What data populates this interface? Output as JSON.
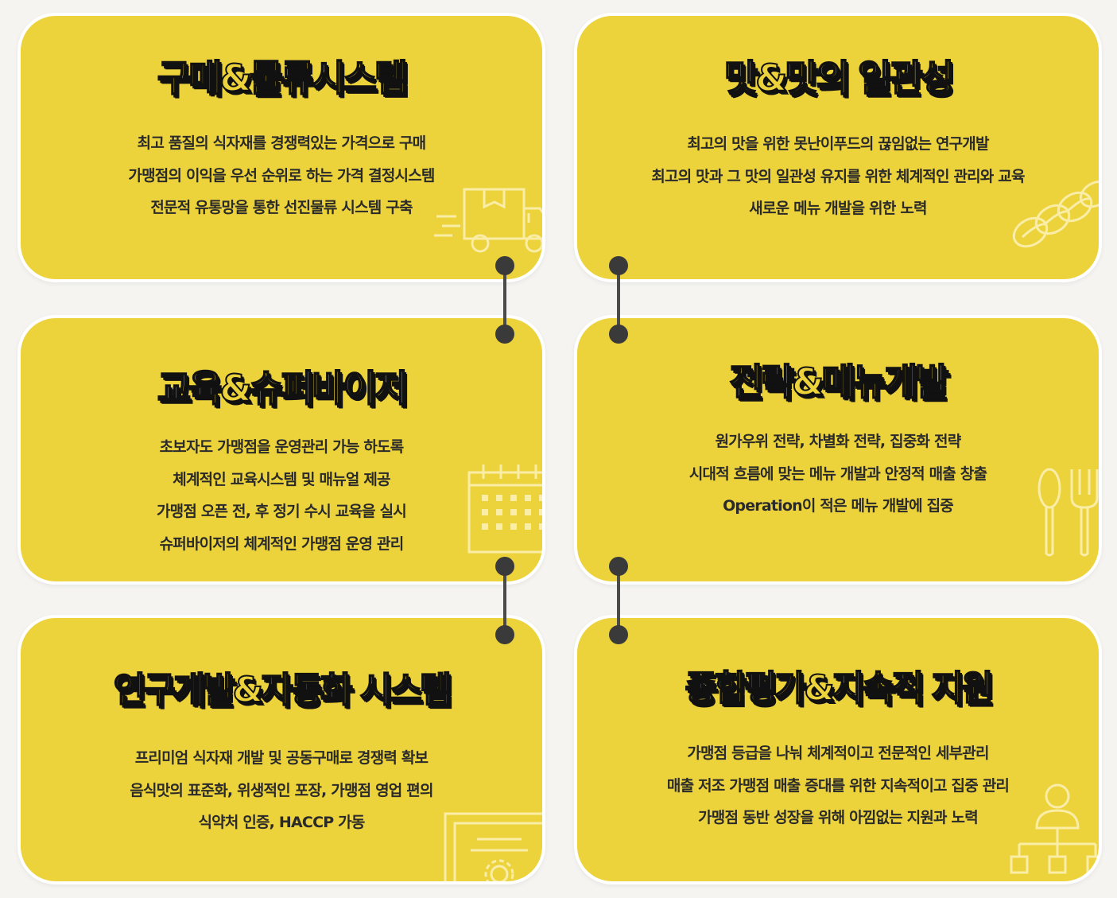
{
  "cards": [
    {
      "title": "구매&물류시스템",
      "lines": [
        "최고 품질의 식자재를 경쟁력있는 가격으로 구매",
        "가맹점의 이익을 우선 순위로 하는 가격 결정시스템",
        "전문적 유통망을 통한 선진물류 시스템 구축"
      ],
      "icon": "delivery-truck-icon"
    },
    {
      "title": "맛&맛의 일관성",
      "lines": [
        "최고의 맛을 위한 못난이푸드의 끊임없는 연구개발",
        "최고의 맛과 그 맛의 일관성 유지를 위한 체계적인 관리와 교육",
        "새로운 메뉴 개발을 위한 노력"
      ],
      "icon": "twisted-bread-icon"
    },
    {
      "title": "교육&슈퍼바이저",
      "lines": [
        "초보자도 가맹점을 운영관리 가능 하도록",
        "체계적인 교육시스템 및 매뉴얼 제공",
        "가맹점 오픈 전, 후 정기 수시 교육을 실시",
        "슈퍼바이저의 체계적인 가맹점 운영 관리"
      ],
      "icon": "calendar-icon"
    },
    {
      "title": "전략&메뉴개발",
      "lines": [
        "원가우위 전략, 차별화 전략, 집중화 전략",
        "시대적 흐름에 맞는 메뉴 개발과 안정적 매출 창출",
        "Operation이 적은 메뉴 개발에 집중"
      ],
      "icon": "spoon-fork-icon"
    },
    {
      "title": "연구개발&자동화 시스템",
      "lines": [
        "프리미엄 식자재 개발 및 공동구매로 경쟁력 확보",
        "음식맛의 표준화, 위생적인 포장, 가맹점 영업 편의",
        "식약처 인증, HACCP 가동"
      ],
      "icon": "certificate-icon"
    },
    {
      "title": "종합평가&지속적 지원",
      "lines": [
        "가맹점 등급을 나눠 체계적이고 전문적인 세부관리",
        "매출 저조 가맹점 매출 증대를 위한 지속적이고 집중 관리",
        "가맹점 동반 성장을 위해 아낌없는 지원과 노력"
      ],
      "icon": "org-chart-icon"
    }
  ],
  "colors": {
    "card": "#ecd23b",
    "background": "#f5f4f1",
    "connector": "#3a3a3a",
    "title_outline": "#111111"
  }
}
